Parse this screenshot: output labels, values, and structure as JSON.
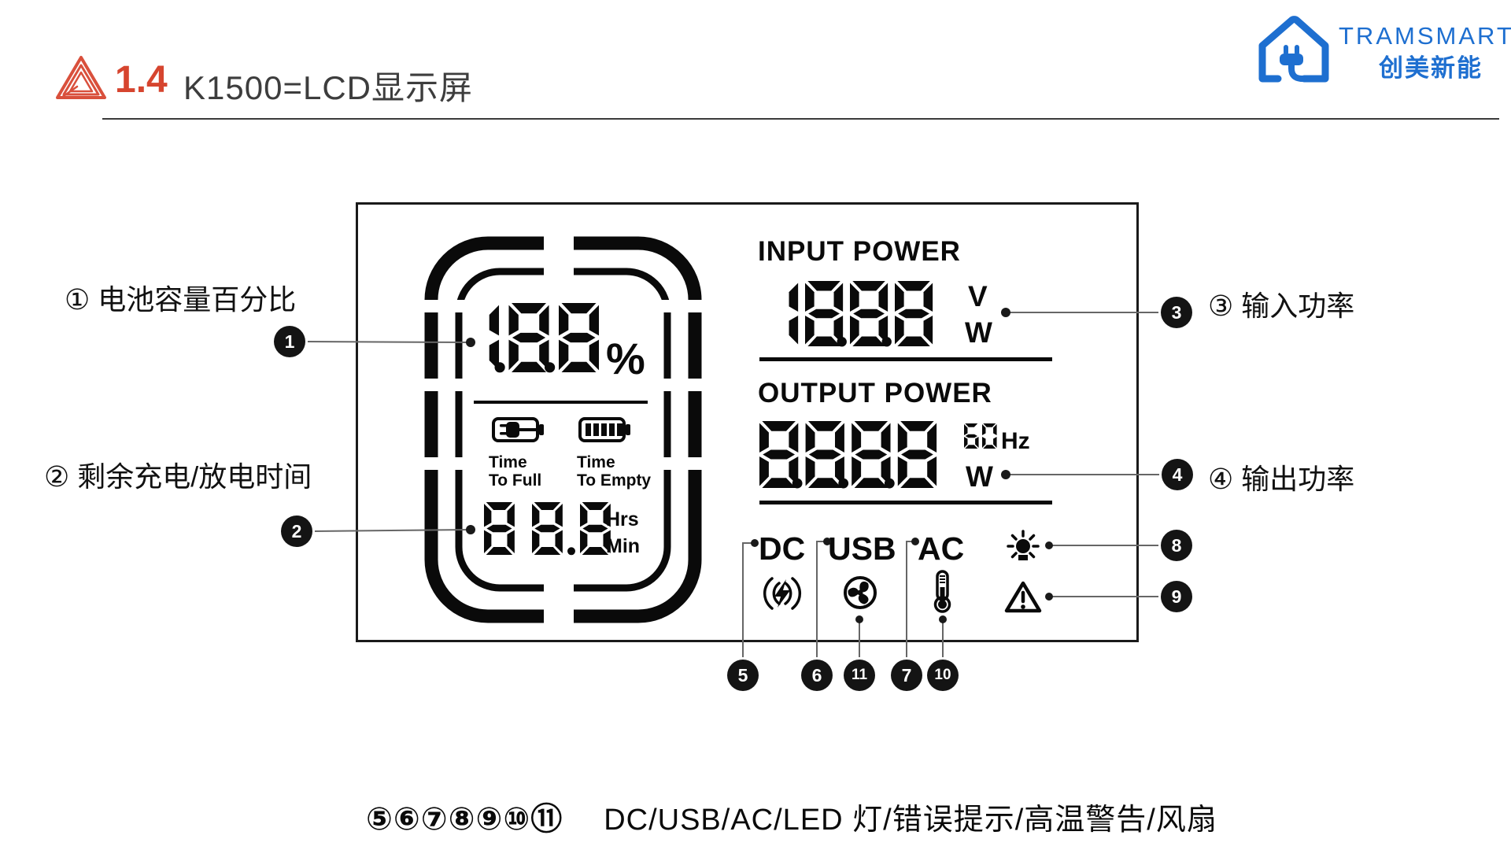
{
  "header": {
    "section_number": "1.4",
    "title": "K1500=LCD显示屏",
    "accent_color": "#d6452f",
    "logo": {
      "name": "TRAMSMART",
      "subtitle": "创美新能",
      "color": "#1e6fd0"
    }
  },
  "labels": {
    "left": [
      {
        "text": "① 电池容量百分比"
      },
      {
        "text": "② 剩余充电/放电时间"
      }
    ],
    "right": [
      {
        "text": "③ 输入功率"
      },
      {
        "text": "④ 输出功率"
      }
    ]
  },
  "lcd": {
    "battery": {
      "percent_digits": "1.8.8",
      "percent_sign": "%",
      "time_digits": "88.8",
      "hrs": "Hrs",
      "min": "Min",
      "time_to_full": [
        "Time",
        "To Full"
      ],
      "time_to_empty": [
        "Time",
        "To Empty"
      ]
    },
    "input": {
      "title": "INPUT POWER",
      "digits": "18.8.8",
      "unit_v": "V",
      "unit_w": "W"
    },
    "output": {
      "title": "OUTPUT POWER",
      "digits": "8.8.8.8",
      "freq_digits": "60",
      "freq_unit": "Hz",
      "unit_w": "W"
    },
    "ports": {
      "dc": "DC",
      "usb": "USB",
      "ac": "AC"
    },
    "segment_color": "#0a0a0a"
  },
  "callouts": {
    "c1": "1",
    "c2": "2",
    "c3": "3",
    "c4": "4",
    "c5": "5",
    "c6": "6",
    "c7": "7",
    "c8": "8",
    "c9": "9",
    "c10": "10",
    "c11": "11"
  },
  "caption": {
    "nums": "⑤⑥⑦⑧⑨⑩⑪",
    "text": "DC/USB/AC/LED 灯/错误提示/高温警告/风扇"
  }
}
